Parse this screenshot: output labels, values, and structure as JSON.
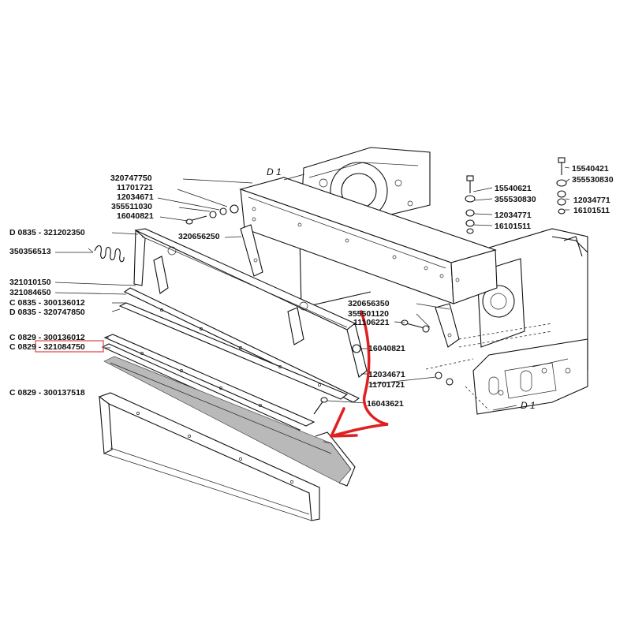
{
  "diagram": {
    "frame_labels": [
      "D 1",
      "D 1"
    ],
    "part_labels": [
      "320747750",
      "11701721",
      "12034671",
      "355511030",
      "16040821",
      "D 0835 - 321202350",
      "320656250",
      "350356513",
      "321010150",
      "321084650",
      "C 0835 - 300136012",
      "D 0835 - 320747850",
      "C 0829 - 300136012",
      "C 0829 - 321084750",
      "C 0829 - 300137518",
      "15540621",
      "355530830",
      "12034771",
      "16101511",
      "15540421",
      "355530830",
      "12034771",
      "16101511",
      "320656350",
      "355501120",
      "11106221",
      "16040821",
      "12034671",
      "11701721",
      "16043621"
    ],
    "highlight_label_index": 13,
    "colors": {
      "arrow": "#e02020",
      "highlight_box": "#e04040",
      "ink": "#111111"
    }
  }
}
